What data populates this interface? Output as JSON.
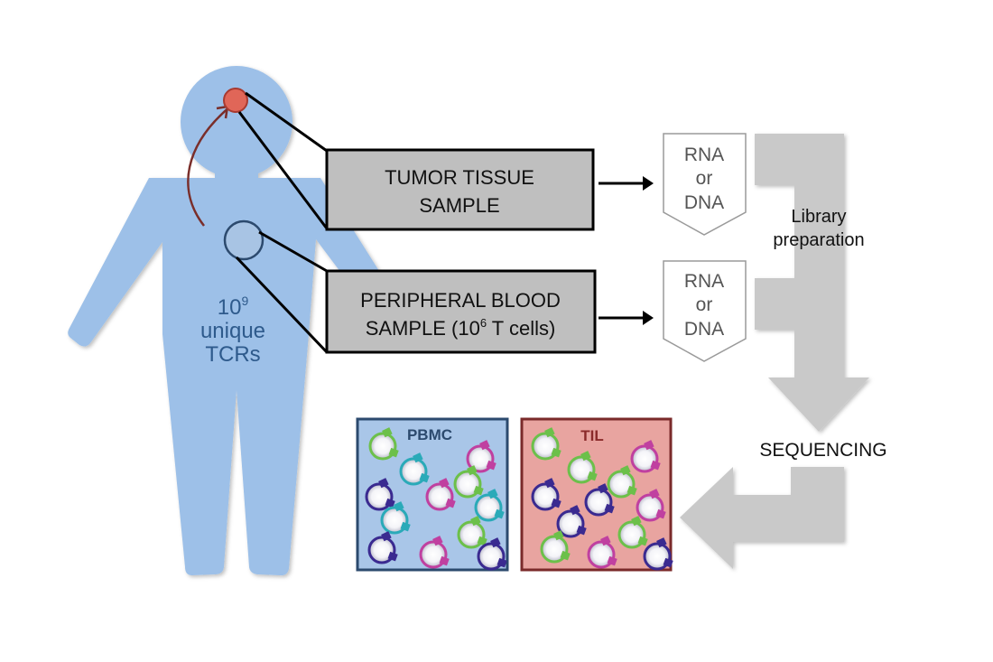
{
  "diagram": {
    "title": "TCR repertoire sequencing workflow",
    "person": {
      "count_base": "10",
      "count_exponent": "9",
      "line2": "unique",
      "line3": "TCRs",
      "body_color": "#9dc0e8",
      "text_color": "#2e5a8c",
      "tumor_color": "#e06658",
      "blood_circle_color": "#a8c4e4"
    },
    "samples": [
      {
        "id": "tumor",
        "line1": "TUMOR TISSUE",
        "line2": "SAMPLE"
      },
      {
        "id": "blood",
        "line1": "PERIPHERAL BLOOD",
        "line2_prefix": "SAMPLE (10",
        "line2_sup": "6",
        "line2_suffix": " T cells)"
      }
    ],
    "box_fill": "#bfbfbf",
    "extracts": [
      {
        "line1": "RNA",
        "line2": "or",
        "line3": "DNA"
      },
      {
        "line1": "RNA",
        "line2": "or",
        "line3": "DNA"
      }
    ],
    "steps": {
      "library_line1": "Library",
      "library_line2": "preparation",
      "sequencing": "SEQUENCING"
    },
    "arrow_color": "#c9c9c9",
    "panels": [
      {
        "id": "pbmc",
        "label": "PBMC",
        "fill": "#a9c6e8",
        "border": "#2c4a6e",
        "label_color": "#2c4a6e",
        "cells": [
          {
            "c": "green"
          },
          {
            "c": "teal"
          },
          {
            "c": "magenta"
          },
          {
            "c": "navy"
          },
          {
            "c": "magenta"
          },
          {
            "c": "green"
          },
          {
            "c": "teal"
          },
          {
            "c": "teal"
          },
          {
            "c": "green"
          },
          {
            "c": "navy"
          },
          {
            "c": "magenta"
          },
          {
            "c": "navy"
          }
        ]
      },
      {
        "id": "til",
        "label": "TIL",
        "fill": "#e8a4a0",
        "border": "#7a2a2a",
        "label_color": "#8a2a2a",
        "cells": [
          {
            "c": "green"
          },
          {
            "c": "green"
          },
          {
            "c": "magenta"
          },
          {
            "c": "navy"
          },
          {
            "c": "navy"
          },
          {
            "c": "green"
          },
          {
            "c": "navy"
          },
          {
            "c": "magenta"
          },
          {
            "c": "green"
          },
          {
            "c": "green"
          },
          {
            "c": "magenta"
          },
          {
            "c": "navy"
          }
        ]
      }
    ],
    "cell_colors": {
      "green": "#6cc04a",
      "teal": "#2aaab8",
      "magenta": "#c040a0",
      "navy": "#3a2a90"
    }
  }
}
